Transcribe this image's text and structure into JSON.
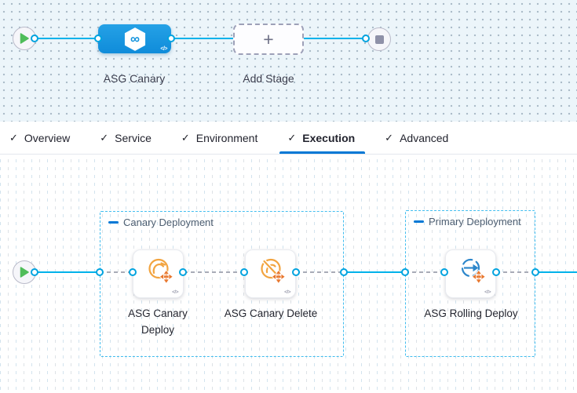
{
  "glyphs": {
    "code": "</>",
    "plus": "+",
    "check": "✓",
    "infinity": "∞"
  },
  "stage_pipeline": {
    "stage_name": "ASG Canary",
    "add_stage_label": "Add Stage"
  },
  "tabs": [
    {
      "label": "Overview"
    },
    {
      "label": "Service"
    },
    {
      "label": "Environment"
    },
    {
      "label": "Execution"
    },
    {
      "label": "Advanced"
    }
  ],
  "active_tab": "Execution",
  "execution": {
    "groups": [
      {
        "title": "Canary Deployment",
        "steps": [
          {
            "label": "ASG Canary Deploy"
          },
          {
            "label": "ASG Canary Delete"
          }
        ]
      },
      {
        "title": "Primary Deployment",
        "steps": [
          {
            "label": "ASG Rolling Deploy"
          }
        ]
      }
    ]
  },
  "colors": {
    "connector": "#00b2ea",
    "accent": "#0278d5",
    "group_border": "#41bdef",
    "canary_orange": "#f2a440",
    "scale_orange": "#e8762c",
    "rolling_blue": "#2d87cb",
    "play_green": "#50bd5a",
    "stage_node_blue": "#1697e0",
    "tab_underline": "#0278d5"
  }
}
